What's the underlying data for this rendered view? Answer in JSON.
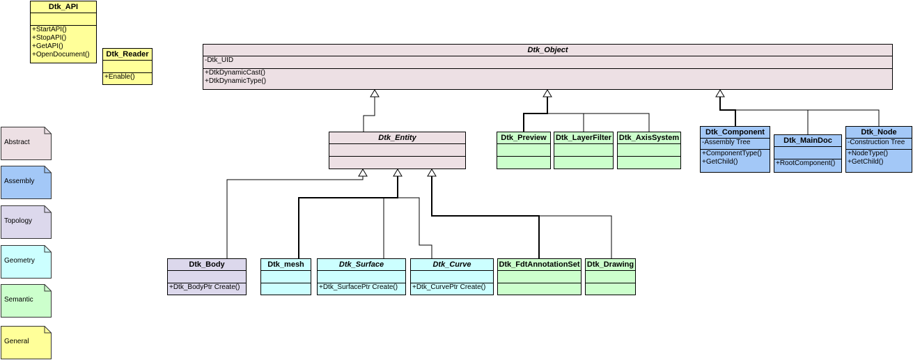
{
  "legend": [
    {
      "label": "Abstract",
      "color": "#ede0e4"
    },
    {
      "label": "Assembly",
      "color": "#a3c8f7"
    },
    {
      "label": "Topology",
      "color": "#dcd8ec"
    },
    {
      "label": "Geometry",
      "color": "#ccffff"
    },
    {
      "label": "Semantic",
      "color": "#ccffcc"
    },
    {
      "label": "General",
      "color": "#ffff99"
    }
  ],
  "classes": {
    "dtk_api": {
      "name": "Dtk_API",
      "attrs": [],
      "methods": [
        "+StartAPI()",
        "+StopAPI()",
        "+GetAPI()",
        "+OpenDocument()"
      ]
    },
    "dtk_reader": {
      "name": "Dtk_Reader",
      "attrs": [],
      "methods": [
        "+Enable()"
      ]
    },
    "dtk_object": {
      "name": "Dtk_Object",
      "attrs": [
        "-Dtk_UID"
      ],
      "methods": [
        "+DtkDynamicCast()",
        "+DtkDynamicType()"
      ]
    },
    "dtk_entity": {
      "name": "Dtk_Entity",
      "attrs": [],
      "methods": []
    },
    "dtk_preview": {
      "name": "Dtk_Preview",
      "attrs": [],
      "methods": []
    },
    "dtk_layerfilter": {
      "name": "Dtk_LayerFilter",
      "attrs": [],
      "methods": []
    },
    "dtk_axissystem": {
      "name": "Dtk_AxisSystem",
      "attrs": [],
      "methods": []
    },
    "dtk_component": {
      "name": "Dtk_Component",
      "attrs": [
        "-Assembly Tree"
      ],
      "methods": [
        "+ComponentType()",
        "+GetChild()"
      ]
    },
    "dtk_maindoc": {
      "name": "Dtk_MainDoc",
      "attrs": [],
      "methods": [
        "+RootComponent()"
      ]
    },
    "dtk_node": {
      "name": "Dtk_Node",
      "attrs": [
        "-Construction Tree"
      ],
      "methods": [
        "+NodeType()",
        "+GetChild()"
      ]
    },
    "dtk_body": {
      "name": "Dtk_Body",
      "attrs": [],
      "methods": [
        "+Dtk_BodyPtr Create()"
      ]
    },
    "dtk_mesh": {
      "name": "Dtk_mesh",
      "attrs": [],
      "methods": []
    },
    "dtk_surface": {
      "name": "Dtk_Surface",
      "attrs": [],
      "methods": [
        "+Dtk_SurfacePtr Create()"
      ]
    },
    "dtk_curve": {
      "name": "Dtk_Curve",
      "attrs": [],
      "methods": [
        "+Dtk_CurvePtr Create()"
      ]
    },
    "dtk_fdtannotationset": {
      "name": "Dtk_FdtAnnotationSet",
      "attrs": [],
      "methods": []
    },
    "dtk_drawing": {
      "name": "Dtk_Drawing",
      "attrs": [],
      "methods": []
    }
  }
}
